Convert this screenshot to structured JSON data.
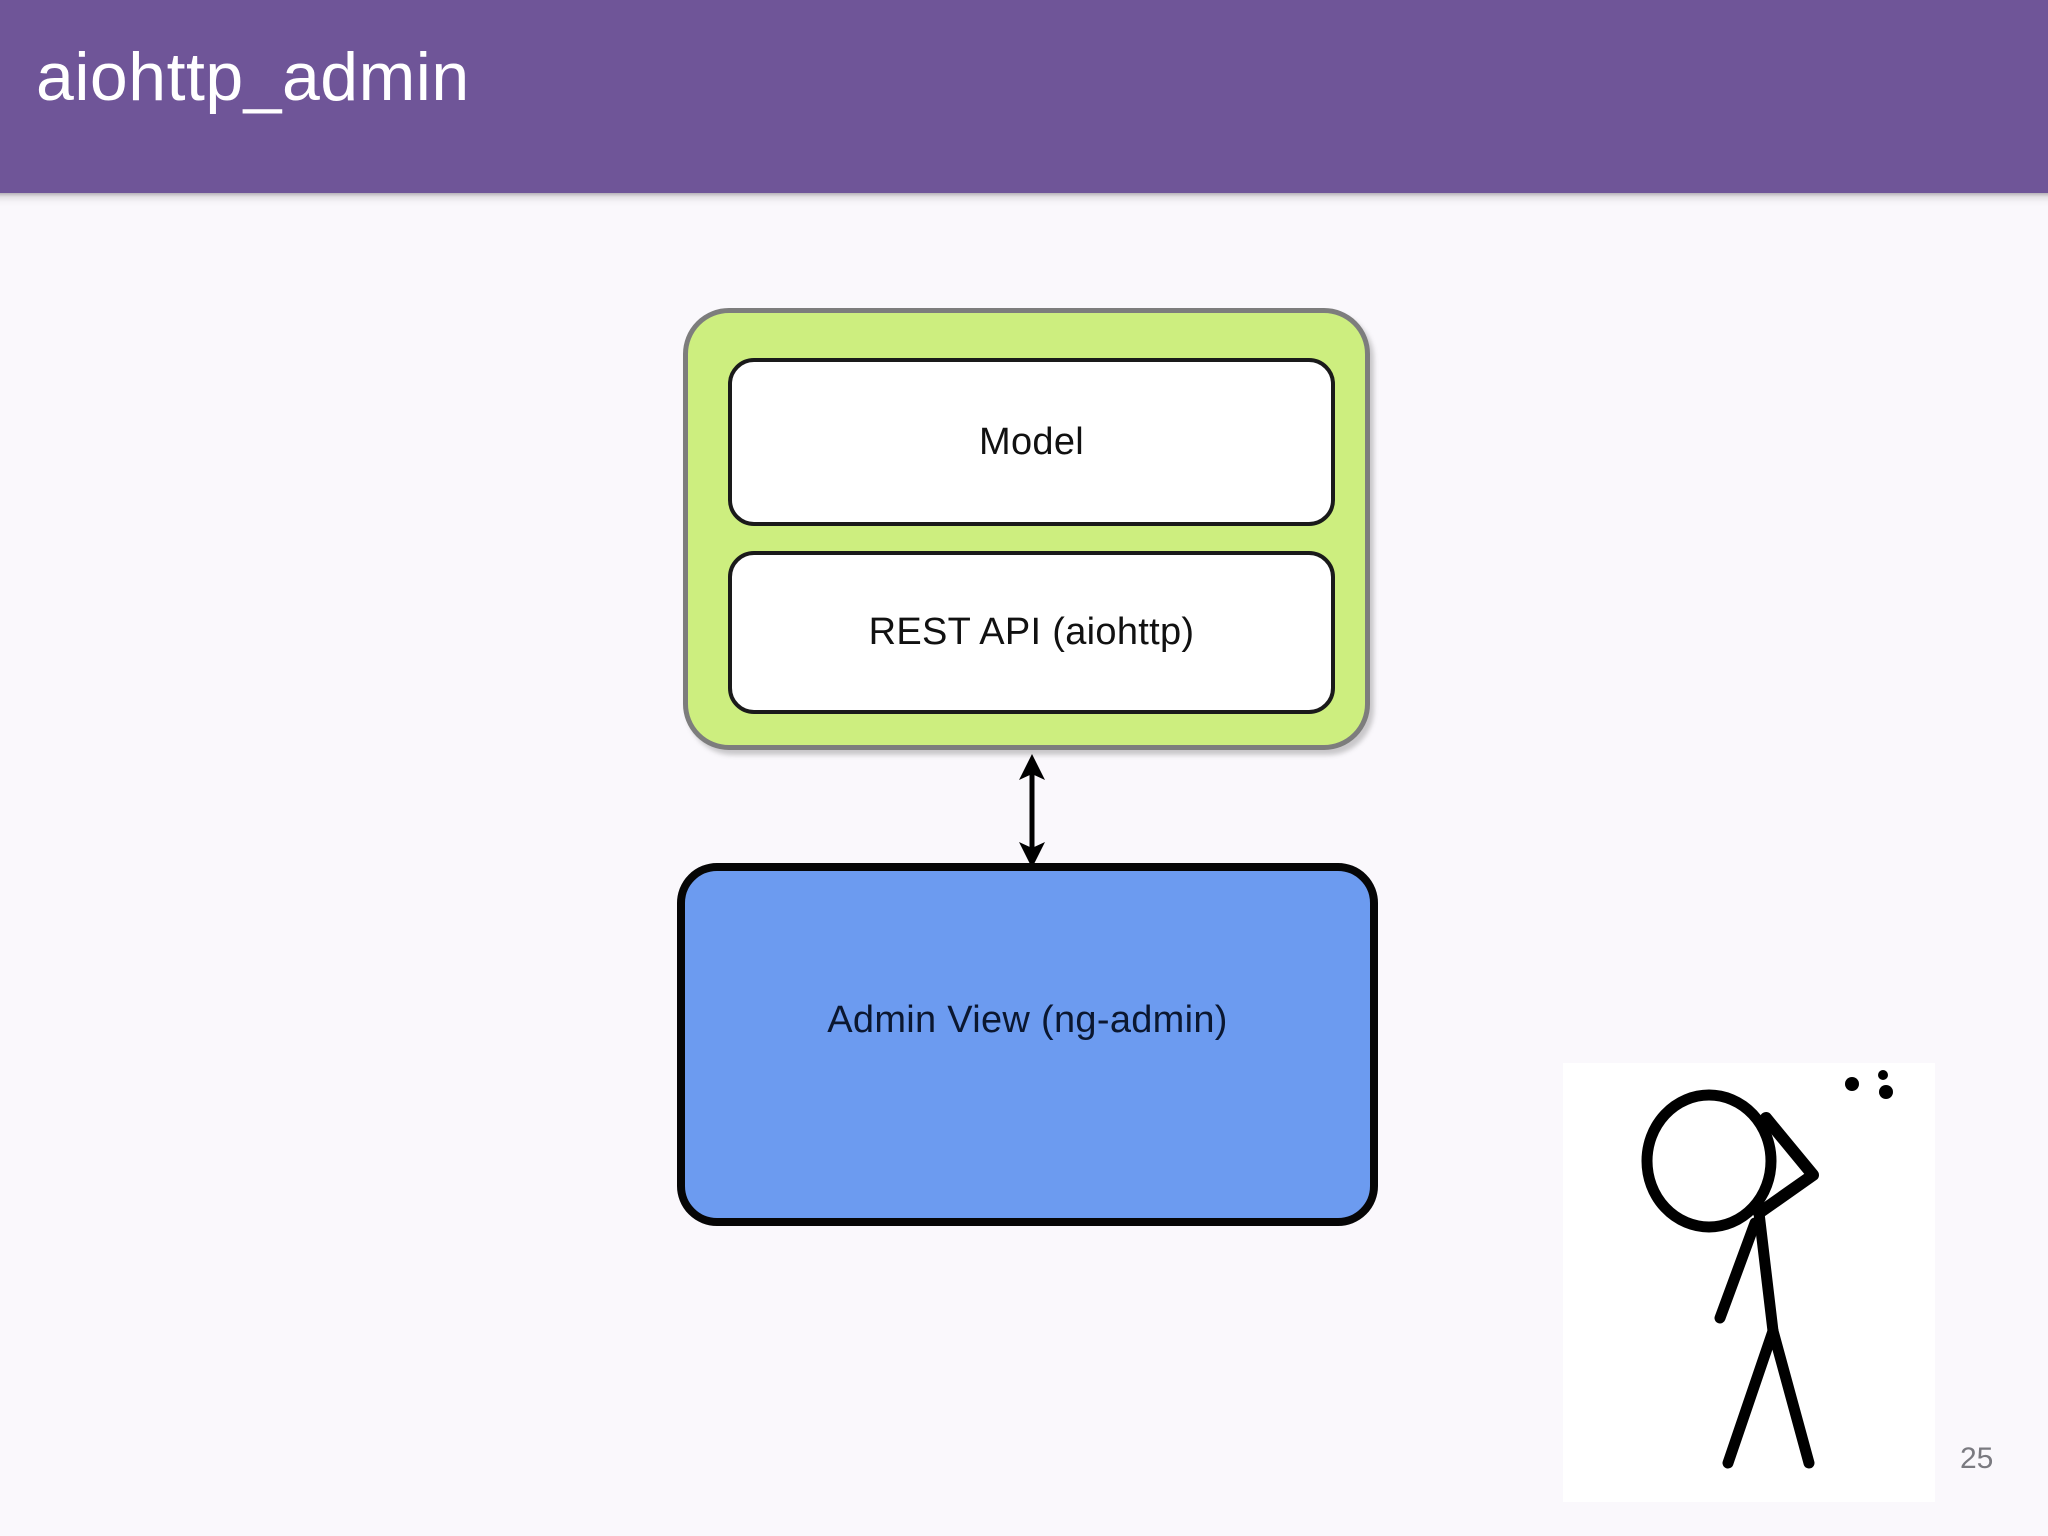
{
  "slide": {
    "title": "aiohttp_admin",
    "page_number": "25",
    "background_color": "#faf8fc",
    "banner_color": "#6f5598",
    "title_color": "#ffffff"
  },
  "diagram": {
    "type": "block-diagram",
    "green_group": {
      "fill_color": "#cdee7f",
      "border_color": "#7d7d7d",
      "boxes": [
        {
          "label": "Model",
          "fill_color": "#ffffff",
          "border_color": "#1a1a1a"
        },
        {
          "label": "REST API (aiohttp)",
          "fill_color": "#ffffff",
          "border_color": "#1a1a1a"
        }
      ]
    },
    "blue_box": {
      "label": "Admin View (ng-admin)",
      "fill_color": "#6c9bf0",
      "border_color": "#060606",
      "text_color": "#0b1730"
    },
    "connector": {
      "name": "double-headed-arrow",
      "direction": "bidirectional",
      "from": "REST API (aiohttp)",
      "to": "Admin View (ng-admin)",
      "color": "#000000"
    }
  },
  "illustration": {
    "name": "stick-figure-thinking",
    "description": "xkcd style stick figure with hand raised to head and three dots",
    "stroke_color": "#000000",
    "background_color": "#ffffff"
  }
}
